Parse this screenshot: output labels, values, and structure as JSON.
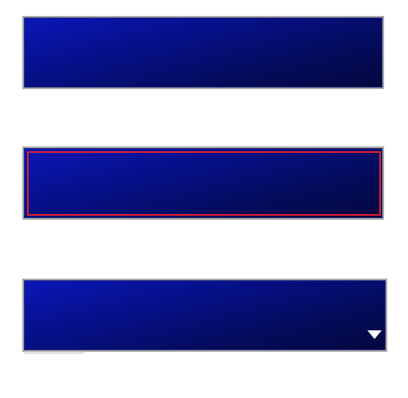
{
  "panels": [
    {
      "state": "default"
    },
    {
      "state": "focused",
      "focus_color": "#e3202a"
    },
    {
      "state": "dropdown",
      "icon": "chevron-down-icon"
    }
  ],
  "colors": {
    "panel_gradient_start": "#0a17b8",
    "panel_gradient_end": "#03073f",
    "panel_border": "#a9a9a9",
    "background": "#ffffff"
  }
}
